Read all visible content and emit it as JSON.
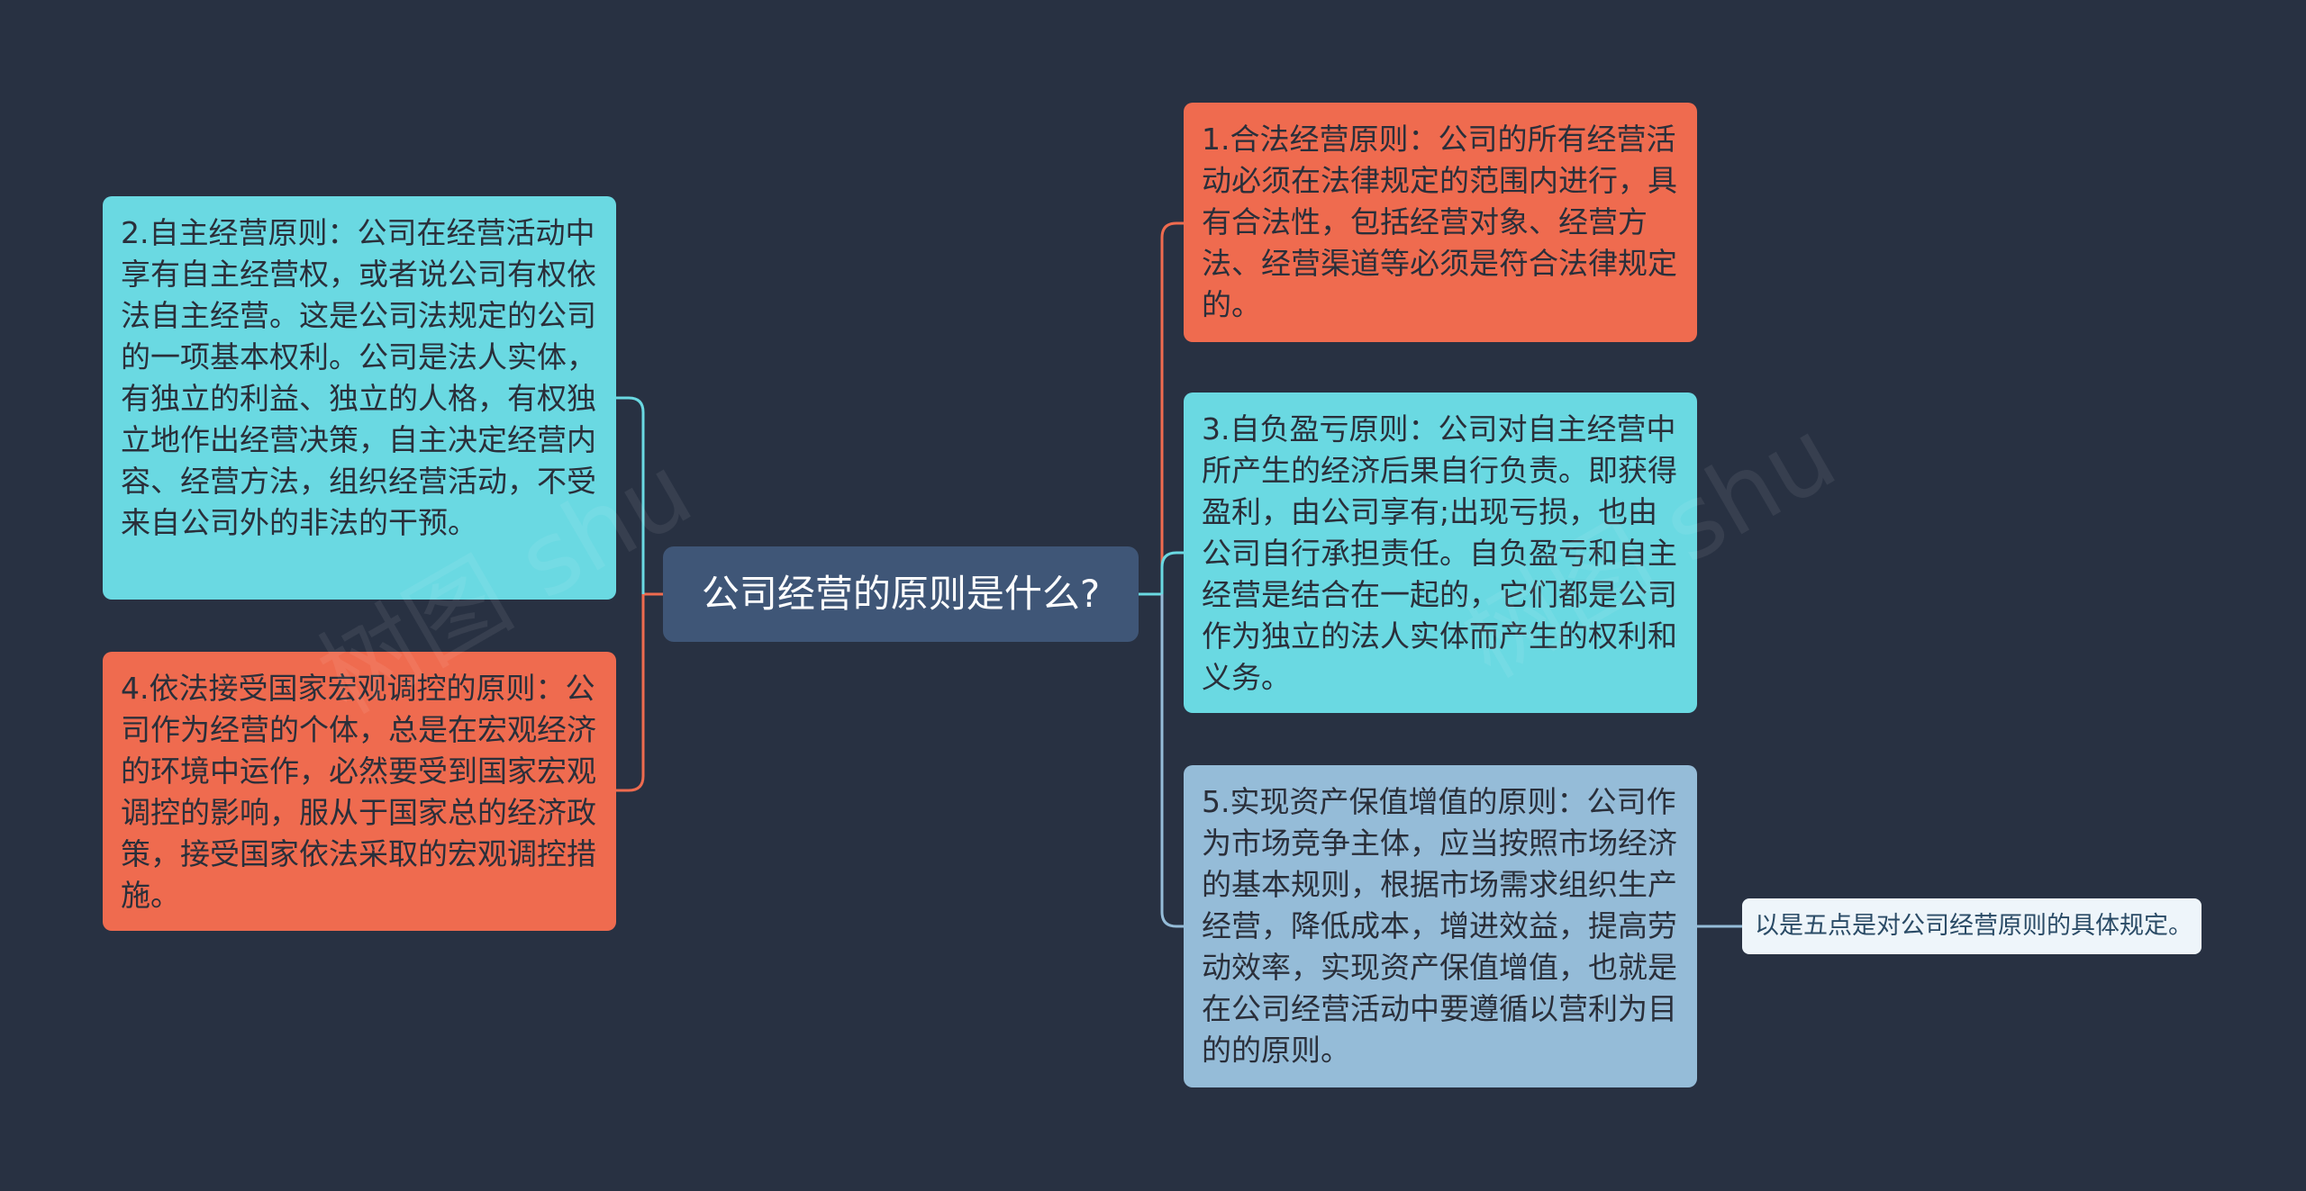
{
  "diagram": {
    "central": {
      "label": "公司经营的原则是什么?"
    },
    "nodes": [
      {
        "id": "n1",
        "text": "1.合法经营原则：公司的所有经营活动必须在法律规定的范围内进行，具有合法性，包括经营对象、经营方法、经营渠道等必须是符合法律规定的。",
        "color": "#ef6b4f"
      },
      {
        "id": "n2",
        "text": "2.自主经营原则：公司在经营活动中享有自主经营权，或者说公司有权依法自主经营。这是公司法规定的公司的一项基本权利。公司是法人实体，有独立的利益、独立的人格，有权独立地作出经营决策，自主决定经营内容、经营方法，组织经营活动，不受来自公司外的非法的干预。",
        "color": "#6ad9e2"
      },
      {
        "id": "n3",
        "text": "3.自负盈亏原则：公司对自主经营中所产生的经济后果自行负责。即获得盈利，由公司享有;出现亏损，也由公司自行承担责任。自负盈亏和自主经营是结合在一起的，它们都是公司作为独立的法人实体而产生的权利和义务。",
        "color": "#6ad9e2"
      },
      {
        "id": "n4",
        "text": "4.依法接受国家宏观调控的原则：公司作为经营的个体，总是在宏观经济的环境中运作，必然要受到国家宏观调控的影响，服从于国家总的经济政策，接受国家依法采取的宏观调控措施。",
        "color": "#ef6b4f"
      },
      {
        "id": "n5",
        "text": "5.实现资产保值增值的原则：公司作为市场竞争主体，应当按照市场经济的基本规则，根据市场需求组织生产经营，降低成本，增进效益，提高劳动效率，实现资产保值增值，也就是在公司经营活动中要遵循以营利为目的的原则。",
        "color": "#95bcd8"
      }
    ],
    "note": {
      "text": "以是五点是对公司经营原则的具体规定。"
    },
    "colors": {
      "background": "#283142",
      "central": "#3f5677",
      "link_left": "#6ad9e2",
      "link_left_lower": "#ef6b4f",
      "link_right": "#6ad9e2"
    }
  }
}
